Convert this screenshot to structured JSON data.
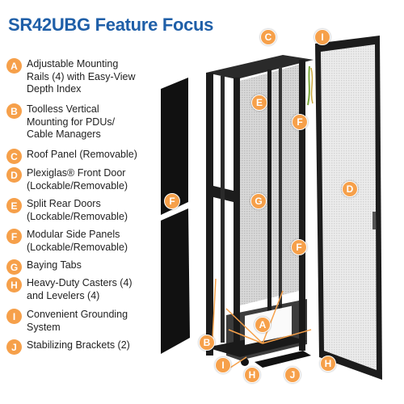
{
  "title": "SR42UBG Feature Focus",
  "features": [
    {
      "letter": "A",
      "text": "Adjustable Mounting\nRails (4) with Easy-View\nDepth Index"
    },
    {
      "letter": "B",
      "text": "Toolless Vertical\nMounting for PDUs/\nCable Managers"
    },
    {
      "letter": "C",
      "text": "Roof Panel (Removable)"
    },
    {
      "letter": "D",
      "text": "Plexiglas® Front Door\n(Lockable/Removable)"
    },
    {
      "letter": "E",
      "text": "Split Rear Doors\n(Lockable/Removable)"
    },
    {
      "letter": "F",
      "text": "Modular Side Panels\n(Lockable/Removable)"
    },
    {
      "letter": "G",
      "text": "Baying Tabs"
    },
    {
      "letter": "H",
      "text": "Heavy-Duty Casters (4)\nand Levelers (4)"
    },
    {
      "letter": "I",
      "text": "Convenient Grounding\nSystem"
    },
    {
      "letter": "J",
      "text": "Stabilizing Brackets (2)"
    }
  ],
  "callouts": {
    "c": "C",
    "i_top": "I",
    "e": "E",
    "f_side": "F",
    "f_rack_top": "F",
    "g": "G",
    "d": "D",
    "f_rack_bottom": "F",
    "a": "A",
    "b": "B",
    "i_bottom": "I",
    "h_left": "H",
    "j": "J",
    "h_right": "H"
  },
  "colors": {
    "title": "#1f5fa8",
    "badge": "#f6a04a",
    "rack": "#1c1c1c",
    "door_mesh": "#e6e6e6"
  }
}
